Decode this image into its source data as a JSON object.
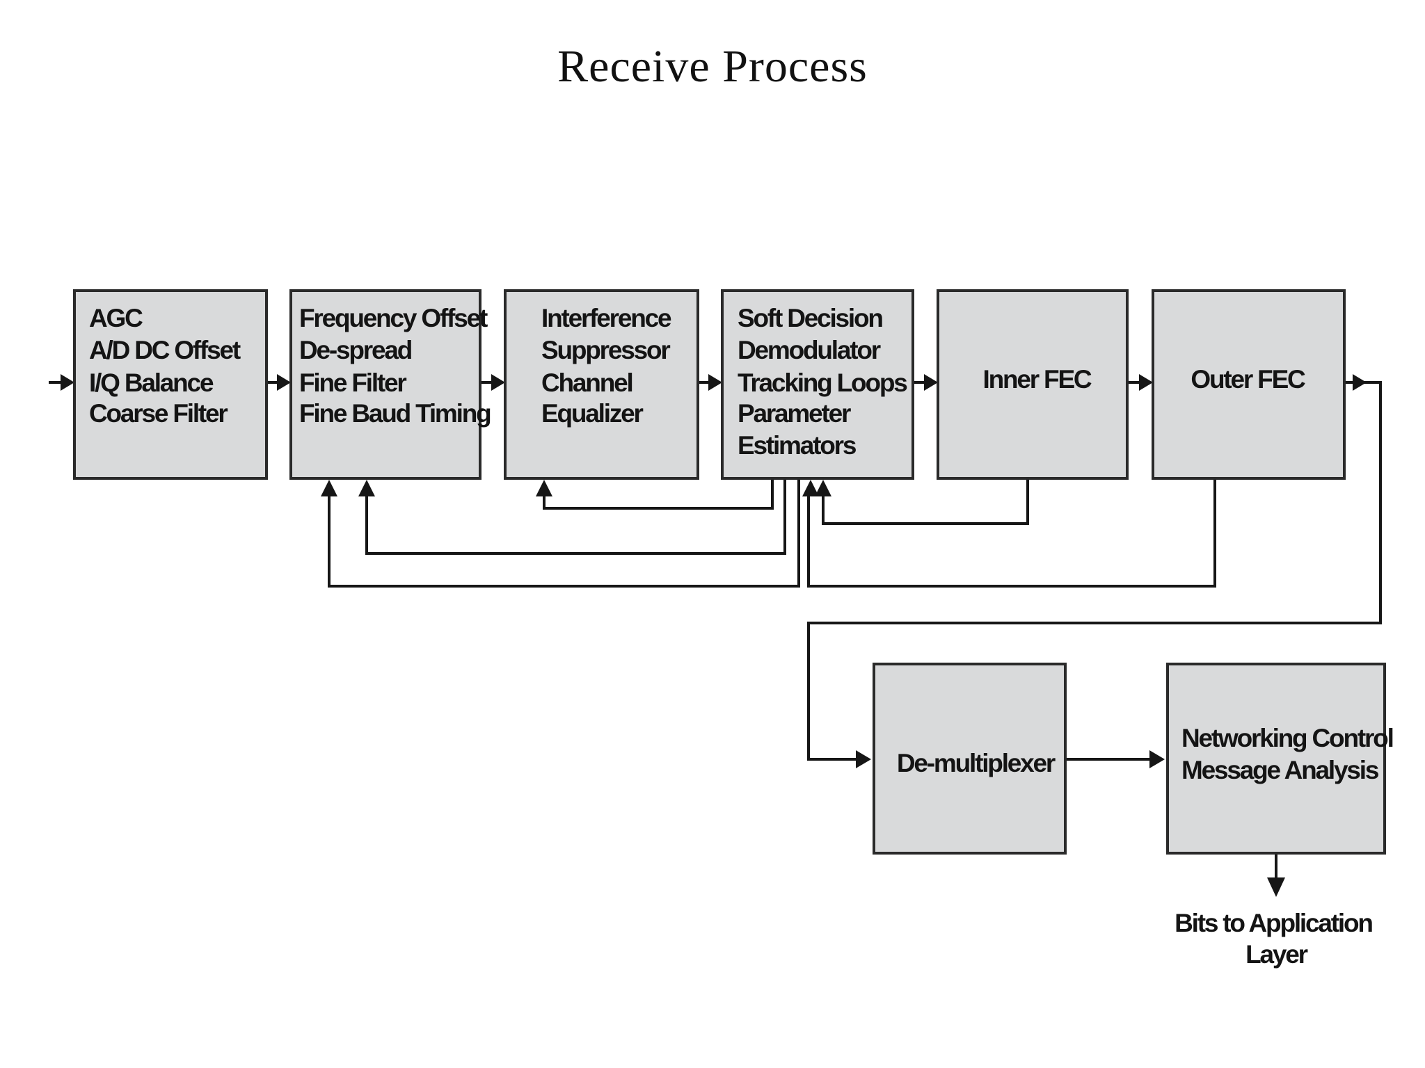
{
  "title": "Receive Process",
  "blocks": {
    "agc": {
      "lines": [
        "AGC",
        "A/D DC Offset",
        "I/Q Balance",
        "Coarse Filter"
      ]
    },
    "freq": {
      "lines": [
        "Frequency Offset",
        "De-spread",
        "Fine Filter",
        "Fine Baud Timing"
      ]
    },
    "interf": {
      "lines": [
        "Interference",
        "Suppressor",
        "Channel",
        "Equalizer"
      ]
    },
    "softdec": {
      "lines": [
        "Soft Decision",
        "Demodulator",
        "Tracking Loops",
        "Parameter",
        "Estimators"
      ]
    },
    "innerfec": {
      "lines": [
        "Inner FEC"
      ]
    },
    "outerfec": {
      "lines": [
        "Outer FEC"
      ]
    },
    "demux": {
      "lines": [
        "De-multiplexer"
      ]
    },
    "netctl": {
      "lines": [
        "Networking Control",
        "Message Analysis"
      ]
    }
  },
  "output_label": {
    "lines": [
      "Bits to Application",
      "Layer"
    ]
  }
}
